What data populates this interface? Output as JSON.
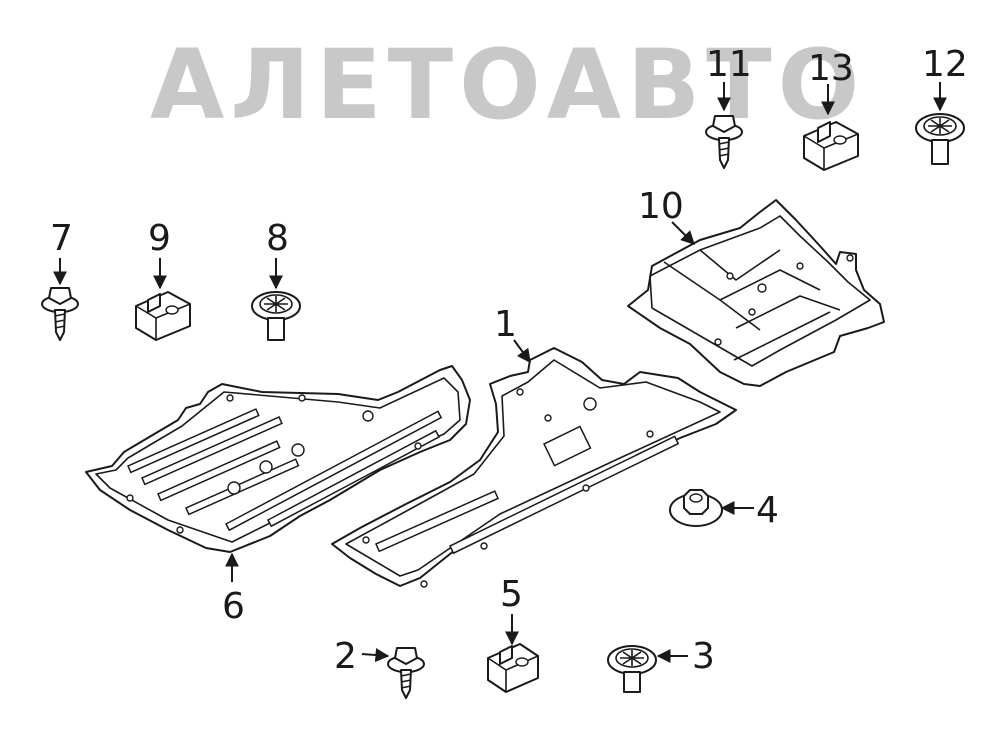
{
  "watermark": {
    "text": "АЛЕТОАВТО",
    "color": "#c8c8c8"
  },
  "callouts": {
    "p1": "1",
    "p2": "2",
    "p3": "3",
    "p4": "4",
    "p5": "5",
    "p6": "6",
    "p7": "7",
    "p8": "8",
    "p9": "9",
    "p10": "10",
    "p11": "11",
    "p12": "12",
    "p13": "13"
  },
  "colors": {
    "line": "#1a1a1a",
    "background": "#ffffff"
  }
}
